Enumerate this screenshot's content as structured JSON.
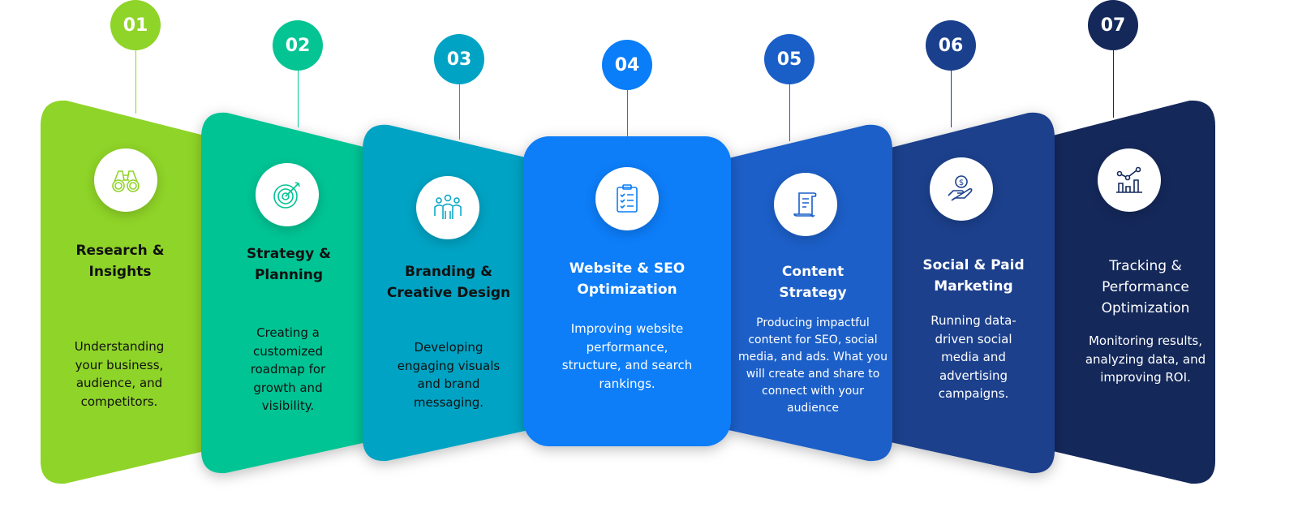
{
  "steps": [
    {
      "number": "01",
      "title": "Research & Insights",
      "description": "Understanding your business, audience, and competitors.",
      "icon": "binoculars-icon",
      "color": "#8fd428"
    },
    {
      "number": "02",
      "title": "Strategy & Planning",
      "description": "Creating a customized roadmap for growth and visibility.",
      "icon": "target-icon",
      "color": "#05c494"
    },
    {
      "number": "03",
      "title": "Branding & Creative Design",
      "description": "Developing engaging visuals and brand messaging.",
      "icon": "team-icon",
      "color": "#00a3c4"
    },
    {
      "number": "04",
      "title": "Website & SEO Optimization",
      "description": "Improving website performance, structure, and search rankings.",
      "icon": "checklist-icon",
      "color": "#0a7df8"
    },
    {
      "number": "05",
      "title": "Content Strategy",
      "description": "Producing impactful content for SEO, social media, and ads. What you will create and share to connect with your audience",
      "icon": "scroll-icon",
      "color": "#1a5fc8"
    },
    {
      "number": "06",
      "title": "Social & Paid Marketing",
      "description": "Running data-driven social media and advertising campaigns.",
      "icon": "hand-money-icon",
      "color": "#1a3f8c"
    },
    {
      "number": "07",
      "title": "Tracking & Performance Optimization",
      "description": "Monitoring results, analyzing data, and improving ROI.",
      "icon": "chart-growth-icon",
      "color": "#14285a"
    }
  ]
}
